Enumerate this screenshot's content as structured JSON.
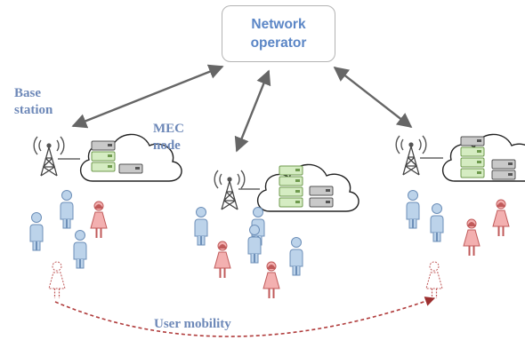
{
  "operator": {
    "line1": "Network",
    "line2": "operator"
  },
  "labels": {
    "base_station_1": "Base",
    "base_station_2": "station",
    "mec_1": "MEC",
    "mec_2": "node",
    "mobility": "User mobility"
  },
  "colors": {
    "label_blue": "#6d88b8",
    "operator_text": "#5b86c6",
    "user_blue": "#bcd3ea",
    "user_red": "#f3b0b0",
    "server_green": "#d5ecc2",
    "server_gray": "#c9c9c9",
    "arrow": "#666666",
    "mobility_arrow": "#b03c3c"
  },
  "icons": [
    "cell-tower-icon",
    "cloud-icon",
    "server-icon",
    "user-icon",
    "female-user-icon"
  ]
}
